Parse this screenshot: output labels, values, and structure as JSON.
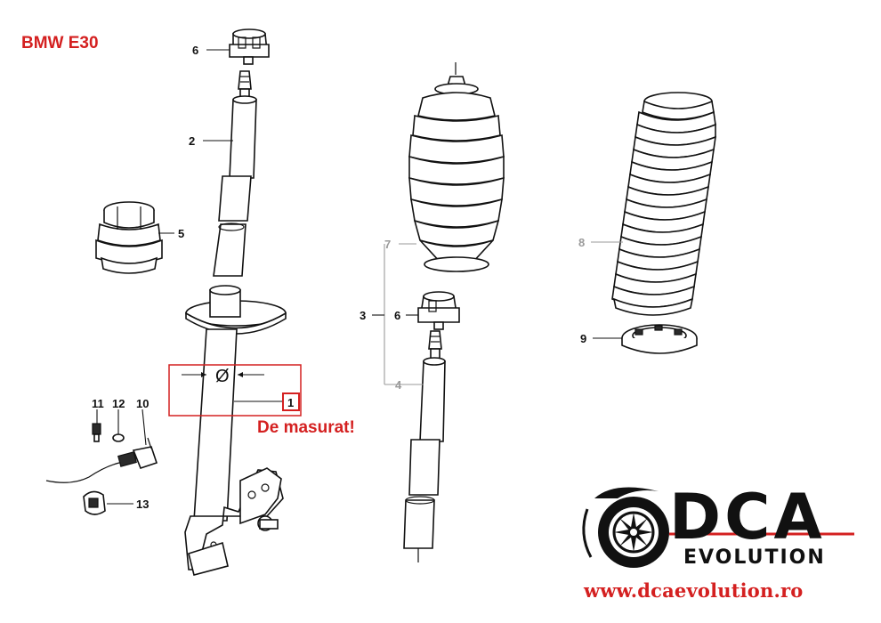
{
  "title": "BMW E30",
  "measure_note": "De masurat!",
  "callouts": {
    "c1": "1",
    "c2": "2",
    "c3": "3",
    "c4": "4",
    "c5": "5",
    "c6_top": "6",
    "c6_mid": "6",
    "c7": "7",
    "c8": "8",
    "c9": "9",
    "c10": "10",
    "c11": "11",
    "c12": "12",
    "c13": "13"
  },
  "diameter_symbol": "Ø",
  "brand": {
    "name": "DCA",
    "subtitle": "EVOLUTION",
    "url": "www.dcaevolution.ro"
  },
  "colors": {
    "accent_red": "#d42020",
    "line": "#111111",
    "grey_label": "#9a9a9a"
  }
}
